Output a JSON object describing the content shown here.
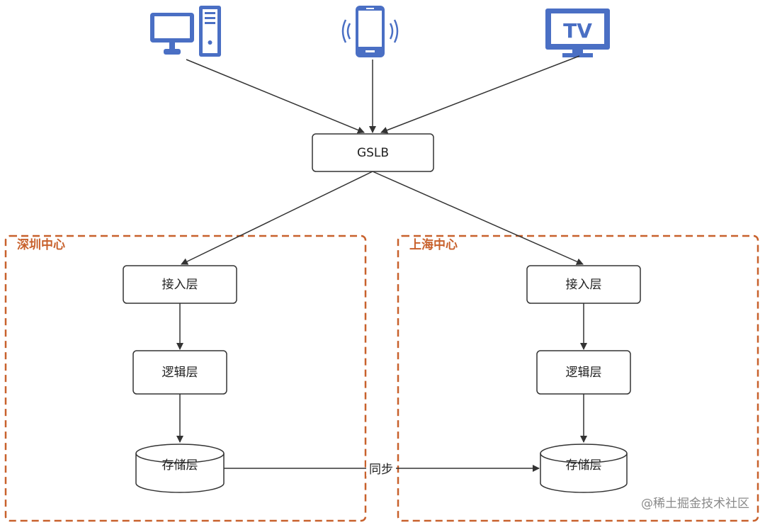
{
  "colors": {
    "icon": "#4a6fc4",
    "stroke": "#333333",
    "datacenter_border": "#c8612c"
  },
  "icons": {
    "desktop": "desktop-computer-icon",
    "phone": "mobile-phone-icon",
    "tv": "tv-icon",
    "tv_label": "TV"
  },
  "gslb": {
    "label": "GSLB"
  },
  "datacenters": [
    {
      "title": "深圳中心",
      "layers": {
        "access": "接入层",
        "logic": "逻辑层",
        "storage": "存储层"
      }
    },
    {
      "title": "上海中心",
      "layers": {
        "access": "接入层",
        "logic": "逻辑层",
        "storage": "存储层"
      }
    }
  ],
  "sync_label": "同步",
  "watermark": "@稀土掘金技术社区"
}
